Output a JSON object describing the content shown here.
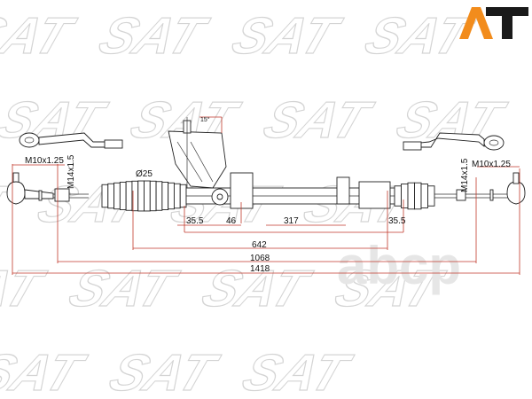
{
  "logo": {
    "text": "AT",
    "color": "#f28c1c",
    "dark": "#1a1a1a"
  },
  "watermark": {
    "brand": "SAT",
    "site": "abcp"
  },
  "labels": {
    "thread_outer_left": "M10x1.25",
    "thread_inner_left": "M14x1.5",
    "thread_outer_right": "M10x1.25",
    "thread_inner_right": "M14x1.5",
    "diameter": "Ø25",
    "angle": "15°"
  },
  "dimensions": {
    "left_offset": "35.5",
    "pinion_offset": "46",
    "rack_travel": "317",
    "right_offset": "35.5",
    "boot_span": "642",
    "inner_span": "1068",
    "overall_length": "1418"
  },
  "colors": {
    "dimension_line": "#c0392b",
    "part_outline": "#222222",
    "watermark": "#d4d4d4"
  }
}
